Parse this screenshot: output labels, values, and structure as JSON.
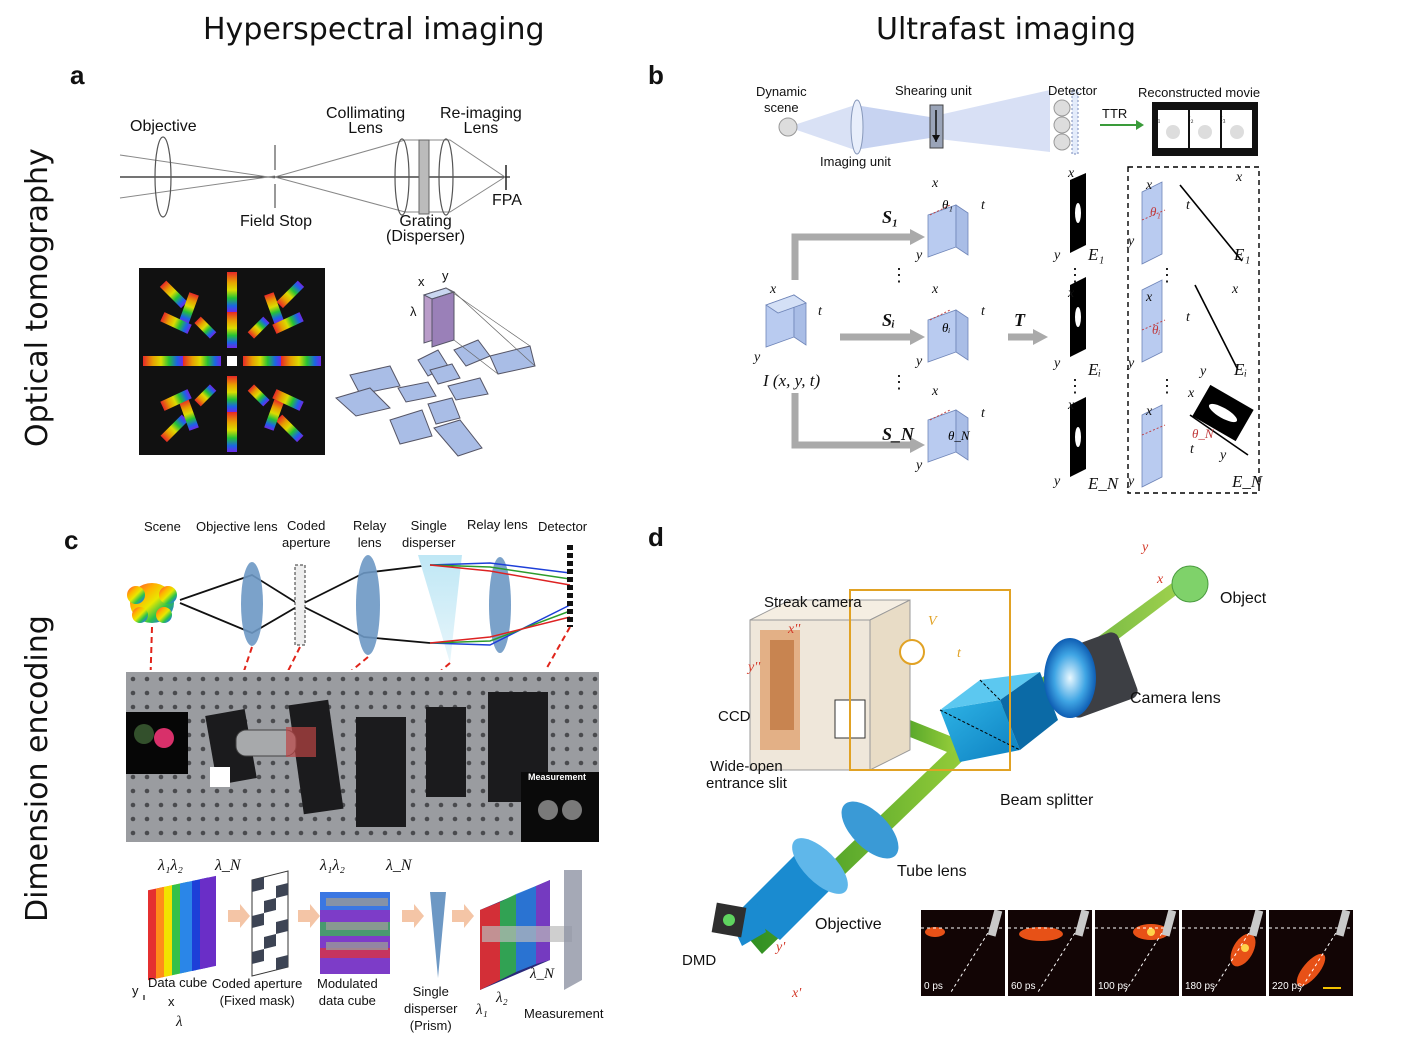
{
  "columns": {
    "left": "Hyperspectral imaging",
    "right": "Ultrafast imaging"
  },
  "rows": {
    "top": "Optical tomography",
    "bottom": "Dimension encoding"
  },
  "panel_letters": {
    "a": "a",
    "b": "b",
    "c": "c",
    "d": "d"
  },
  "panel_a": {
    "objective": "Objective",
    "collimating_1": "Collimating",
    "collimating_2": "Lens",
    "reimaging_1": "Re-imaging",
    "reimaging_2": "Lens",
    "field_stop": "Field Stop",
    "grating_1": "Grating",
    "grating_2": "(Disperser)",
    "fpa": "FPA",
    "axis_x": "x",
    "axis_y": "y",
    "axis_lambda": "λ"
  },
  "panel_b": {
    "dynamic_1": "Dynamic",
    "dynamic_2": "scene",
    "imaging_unit": "Imaging unit",
    "shearing_unit": "Shearing unit",
    "detector": "Detector",
    "ttr": "TTR",
    "reconstructed_movie": "Reconstructed movie",
    "frames": [
      "t₁",
      "t₂",
      "t₃"
    ],
    "s1": "S₁",
    "si": "Sᵢ",
    "sn": "S_N",
    "t_op": "T",
    "e1": "E₁",
    "ei": "Eᵢ",
    "en": "E_N",
    "input": "I (x, y, t)",
    "theta1": "θ₁",
    "thetai": "θᵢ",
    "thetan": "θ_N",
    "ax_x": "x",
    "ax_y": "y",
    "ax_t": "t",
    "dots": "⋮"
  },
  "panel_c": {
    "scene": "Scene",
    "objective_lens": "Objective lens",
    "coded_1": "Coded",
    "coded_2": "aperture",
    "relay1_1": "Relay",
    "relay1_2": "lens",
    "single_1": "Single",
    "single_2": "disperser",
    "relay2": "Relay lens",
    "detector": "Detector",
    "measurement_photo": "Measurement",
    "lam_12": "λ₁λ₂",
    "lam_n": "λ_N",
    "data_cube": "Data cube",
    "coded_aperture_b1": "Coded aperture",
    "coded_aperture_b2": "(Fixed mask)",
    "modulated_1": "Modulated",
    "modulated_2": "data cube",
    "single_d_1": "Single",
    "single_d_2": "disperser",
    "single_d_3": "(Prism)",
    "measurement": "Measurement",
    "lam_1": "λ₁",
    "lam_2": "λ₂",
    "ax_y": "y",
    "ax_x": "x",
    "ax_l": "λ"
  },
  "panel_d": {
    "streak": "Streak camera",
    "ccd": "CCD",
    "slit_1": "Wide-open",
    "slit_2": "entrance slit",
    "object": "Object",
    "camera_lens": "Camera lens",
    "beam_splitter": "Beam splitter",
    "tube_lens": "Tube lens",
    "objective": "Objective",
    "dmd": "DMD",
    "v": "V",
    "t": "t",
    "x2": "x''",
    "y2": "y''",
    "x1": "x'",
    "y1": "y'",
    "ox": "x",
    "oy": "y",
    "frames": [
      "0 ps",
      "60 ps",
      "100 ps",
      "180 ps",
      "220 ps"
    ]
  }
}
